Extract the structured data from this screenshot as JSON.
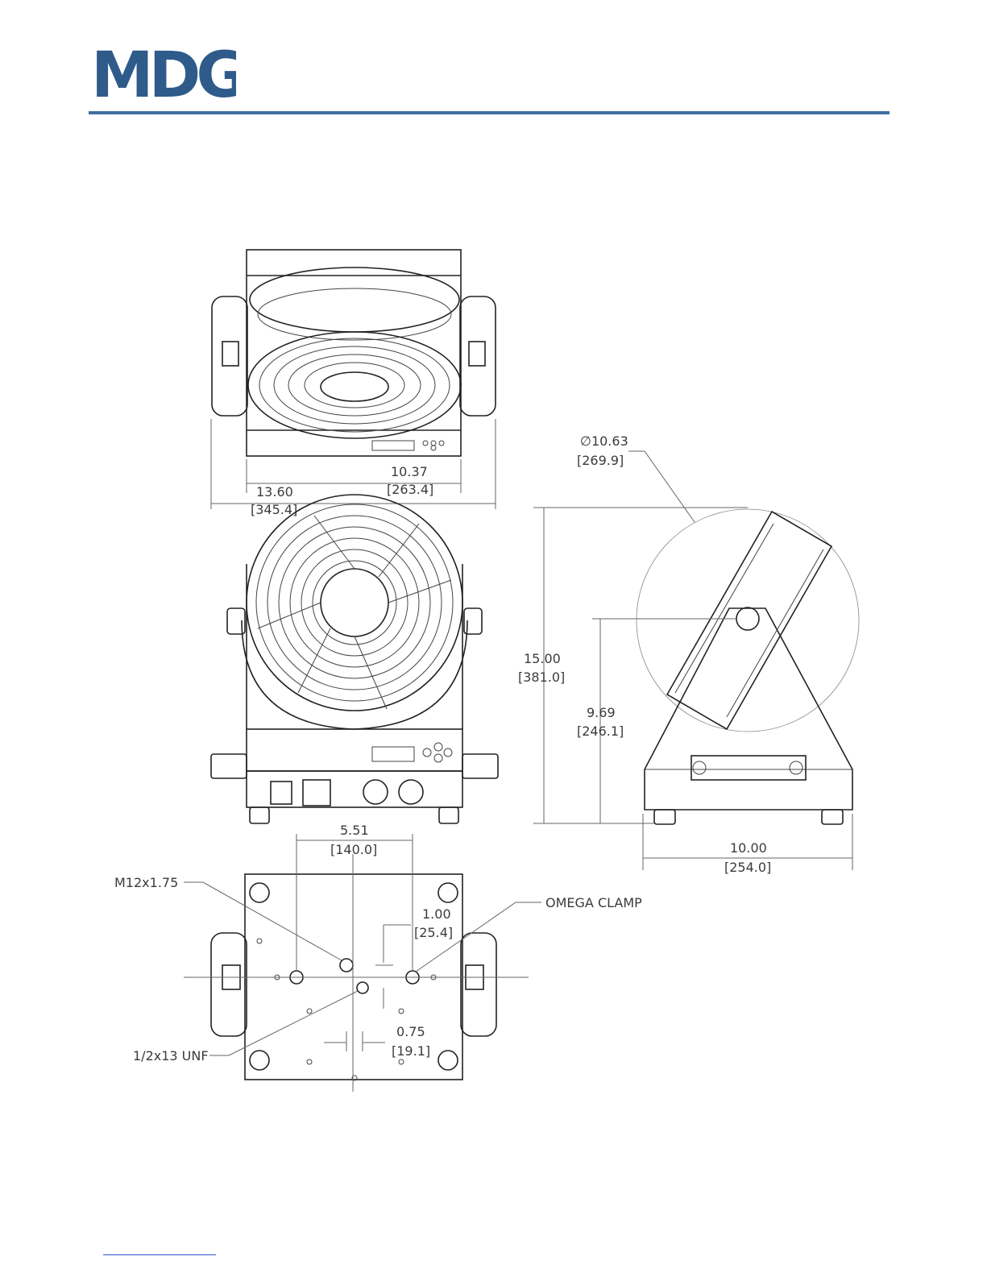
{
  "brand": {
    "logo_text": "MDG",
    "color": "#2e5b8a",
    "rule_color": "#3f6ea3"
  },
  "dimensions": {
    "top_inner_width": "10.37",
    "top_inner_width_mm": "[263.4]",
    "top_overall_width": "13.60",
    "top_overall_width_mm": "[345.4]",
    "lens_diameter": "∅10.63",
    "lens_diameter_mm": "[269.9]",
    "overall_height": "15.00",
    "overall_height_mm": "[381.0]",
    "pivot_height": "9.69",
    "pivot_height_mm": "[246.1]",
    "side_depth": "10.00",
    "side_depth_mm": "[254.0]",
    "hole_spacing": "5.51",
    "hole_spacing_mm": "[140.0]",
    "offset_y": "1.00",
    "offset_y_mm": "[25.4]",
    "offset_x": "0.75",
    "offset_x_mm": "[19.1]"
  },
  "callouts": {
    "metric_thread": "M12x1.75",
    "omega_clamp": "OMEGA CLAMP",
    "unf_thread": "1/2x13 UNF"
  }
}
